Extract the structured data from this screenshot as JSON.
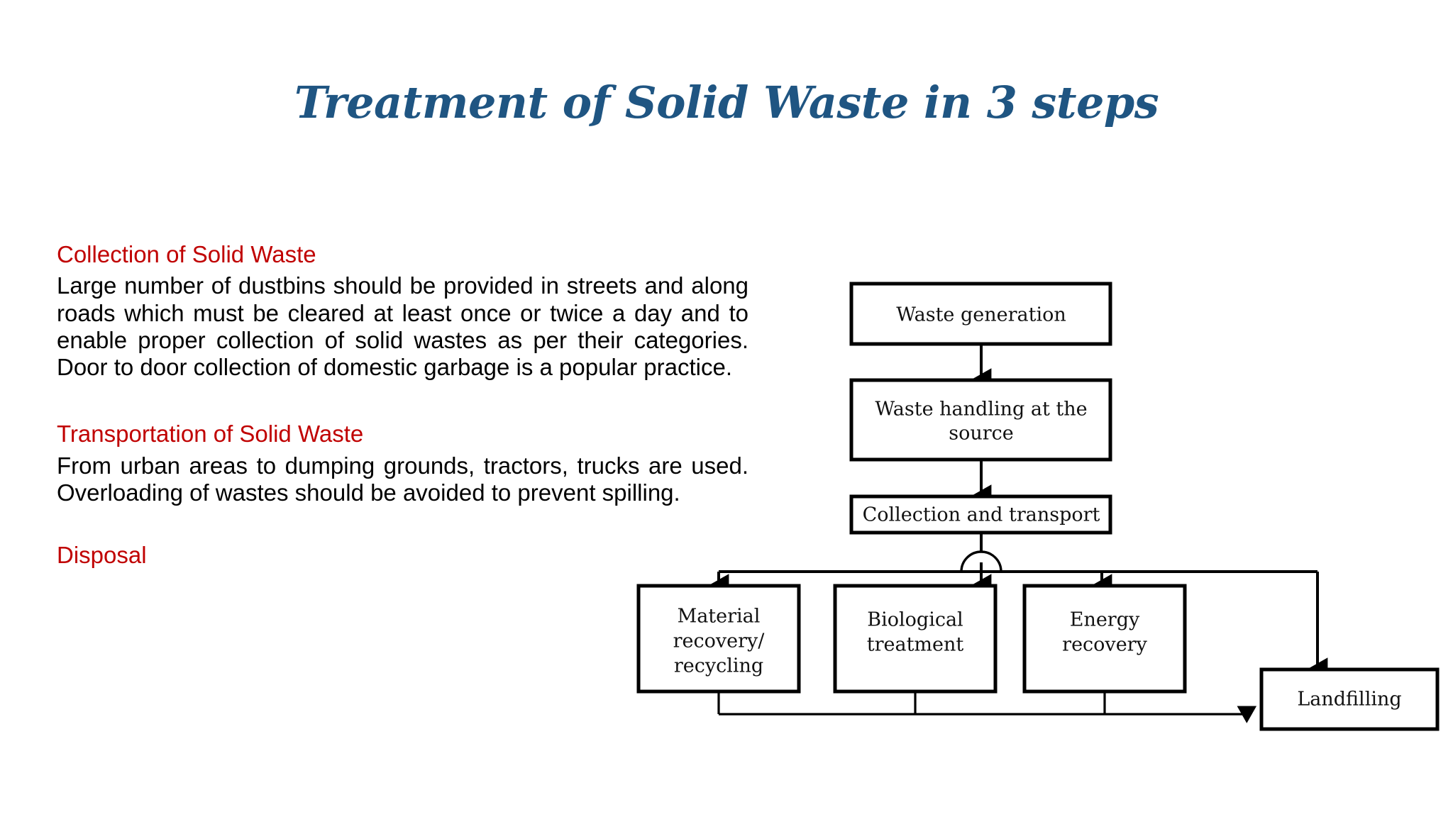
{
  "slide": {
    "title": "Treatment of Solid Waste in 3 steps",
    "title_color": "#1F5582",
    "background_color": "#FFFFFF"
  },
  "content": {
    "heading_color": "#C00000",
    "body_color": "#000000",
    "sections": [
      {
        "heading": "Collection of Solid Waste",
        "body": "Large number of dustbins should be provided in streets and along roads which must be cleared at least once or twice a day and to enable proper collection of solid wastes as per their categories. Door to door collection of domestic garbage is a popular practice."
      },
      {
        "heading": "Transportation of Solid Waste",
        "body": "From urban areas to dumping grounds, tractors, trucks are used. Overloading of wastes should be avoided to prevent spilling."
      },
      {
        "heading": "Disposal",
        "body": ""
      }
    ]
  },
  "flowchart": {
    "line_color": "#000000",
    "box_fill": "#FFFFFF",
    "nodes": [
      {
        "id": "waste-generation",
        "label": "Waste generation"
      },
      {
        "id": "waste-handling",
        "label": "Waste handling at the source"
      },
      {
        "id": "collection",
        "label": "Collection and transport"
      },
      {
        "id": "material-recovery",
        "label": "Material recovery/ recycling"
      },
      {
        "id": "biological",
        "label": "Biological treatment"
      },
      {
        "id": "energy-recovery",
        "label": "Energy recovery"
      },
      {
        "id": "landfilling",
        "label": "Landfilling"
      }
    ],
    "node_lines": {
      "waste-generation": [
        "Waste generation"
      ],
      "waste-handling": [
        "Waste handling at the",
        "source"
      ],
      "collection": [
        "Collection and transport"
      ],
      "material-recovery": [
        "Material",
        "recovery/",
        "recycling"
      ],
      "biological": [
        "Biological",
        "treatment"
      ],
      "energy-recovery": [
        "Energy",
        "recovery"
      ],
      "landfilling": [
        "Landfilling"
      ]
    },
    "edges": [
      {
        "from": "waste-generation",
        "to": "waste-handling"
      },
      {
        "from": "waste-handling",
        "to": "collection"
      },
      {
        "from": "collection",
        "to": "material-recovery"
      },
      {
        "from": "collection",
        "to": "biological"
      },
      {
        "from": "collection",
        "to": "energy-recovery"
      },
      {
        "from": "collection",
        "to": "landfilling"
      },
      {
        "from": "material-recovery",
        "to": "landfilling"
      },
      {
        "from": "biological",
        "to": "landfilling"
      },
      {
        "from": "energy-recovery",
        "to": "landfilling"
      }
    ]
  }
}
